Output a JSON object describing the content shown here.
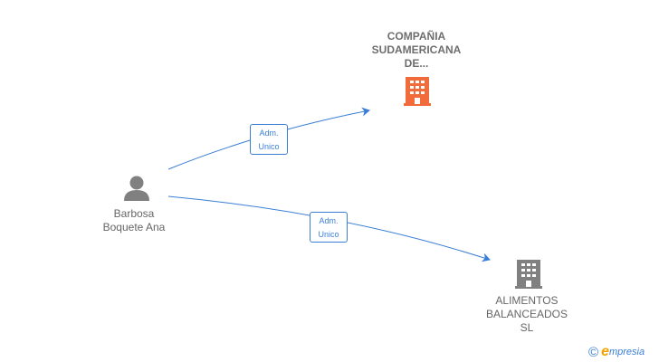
{
  "nodes": {
    "company_top": {
      "lines": [
        "COMPAÑIA",
        "SUDAMERICANA",
        "DE..."
      ],
      "icon": "building-icon",
      "color": "#f26b3a"
    },
    "company_bottom": {
      "lines": [
        "ALIMENTOS",
        "BALANCEADOS",
        "SL"
      ],
      "icon": "building-icon",
      "color": "#808080"
    },
    "person": {
      "lines": [
        "Barbosa",
        "Boquete Ana"
      ],
      "icon": "person-icon",
      "color": "#808080"
    }
  },
  "edges": [
    {
      "from": "person",
      "to": "company_top",
      "label": [
        "Adm.",
        "Unico"
      ]
    },
    {
      "from": "person",
      "to": "company_bottom",
      "label": [
        "Adm.",
        "Unico"
      ]
    }
  ],
  "edge_color": "#3a7fd5",
  "brand": {
    "copyright_symbol": "©",
    "logo_initial": "e",
    "logo_rest": "mpresia"
  }
}
